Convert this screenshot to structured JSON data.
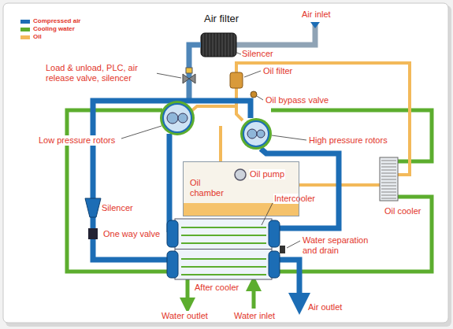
{
  "diagram": {
    "nodes": [
      {
        "text": [
          "Oil chamber"
        ]
      }
    ],
    "labels": [
      "Air filter",
      "Air inlet",
      "Silencer",
      "Load & unload, PLC, air release valve, silencer",
      "Oil filter",
      "Oil bypass valve",
      "Low pressure rotors",
      "High pressure rotors",
      "Oil pump",
      "Intercooler",
      "Oil cooler",
      "Silencer",
      "One way valve",
      "Water separation and drain",
      "After cooler",
      "Water outlet",
      "Water inlet",
      "Air outlet"
    ],
    "legend": [
      {
        "text": "Compressed air",
        "color": "#1c6db5"
      },
      {
        "text": "Cooling water",
        "color": "#5cad2e"
      },
      {
        "text": "Oil",
        "color": "#f3b95a"
      }
    ]
  }
}
